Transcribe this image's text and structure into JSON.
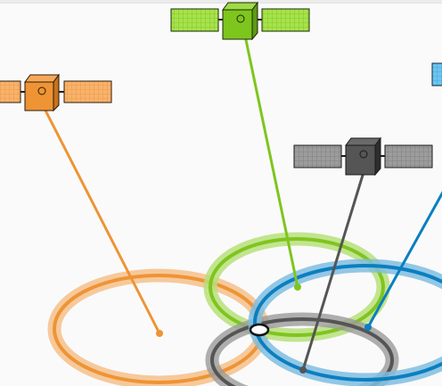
{
  "diagram": {
    "kind": "satellite-trilateration",
    "satellites": [
      {
        "id": "orange",
        "color": "#ee9435",
        "dark": "#c8711e",
        "icon": "satellite-icon"
      },
      {
        "id": "green",
        "color": "#7ec51e",
        "dark": "#5e9a10",
        "icon": "satellite-icon"
      },
      {
        "id": "gray",
        "color": "#555555",
        "dark": "#2e2e2e",
        "icon": "satellite-icon"
      },
      {
        "id": "blue",
        "color": "#0a7fc0",
        "dark": "#0a6aa0",
        "icon": "satellite-icon"
      }
    ],
    "intersection_marker": {
      "icon": "position-marker-icon",
      "color": "#ffffff"
    }
  }
}
